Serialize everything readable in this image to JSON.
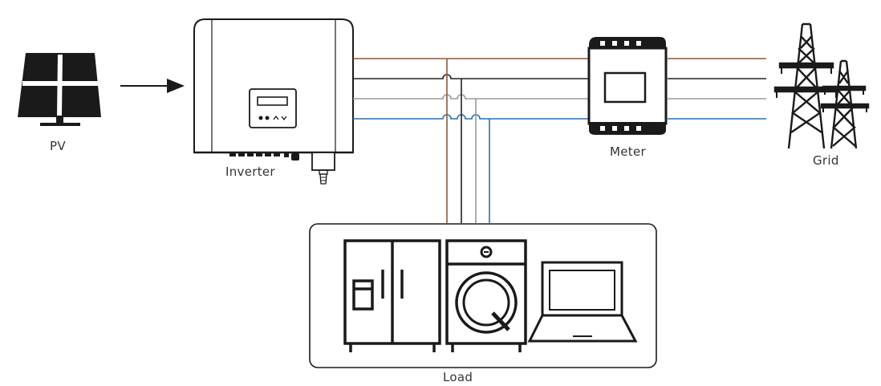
{
  "labels": {
    "pv": "PV",
    "inverter": "Inverter",
    "meter": "Meter",
    "grid": "Grid",
    "load": "Load"
  },
  "colors": {
    "line_l1": "#8b5a3c",
    "line_l2": "#222222",
    "line_l3": "#9a9a9a",
    "line_n": "#2d6fa8",
    "device_stroke": "#1a1a1a"
  },
  "icons": {
    "pv": "solar-panel-icon",
    "inverter": "inverter-icon",
    "meter": "energy-meter-icon",
    "grid": "power-tower-icon",
    "fridge": "refrigerator-icon",
    "washer": "washing-machine-icon",
    "laptop": "laptop-icon",
    "arrow": "arrow-right-icon"
  }
}
